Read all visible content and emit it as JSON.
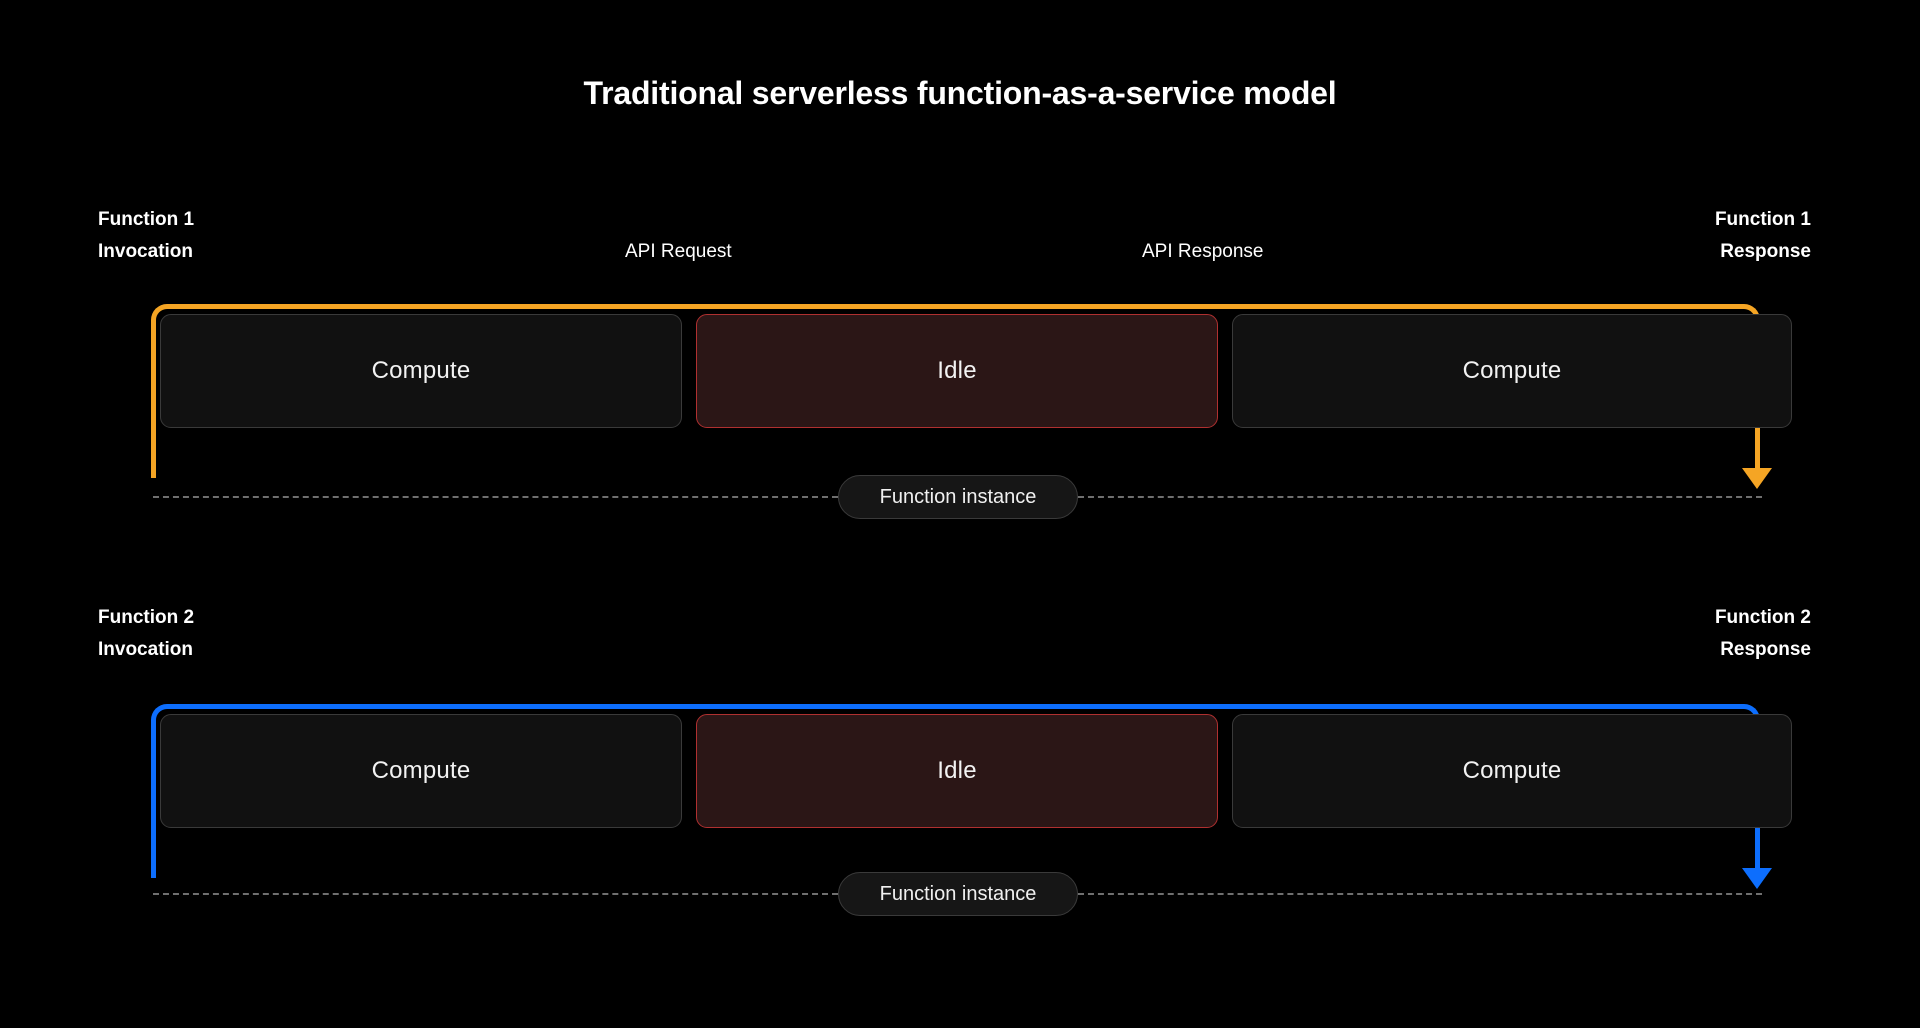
{
  "page": {
    "title": "Traditional serverless function-as-a-service model",
    "background": "#000000"
  },
  "colors": {
    "function1_accent": "#f5a524",
    "function2_accent": "#0d6efd",
    "idle_fill": "#2b1616",
    "idle_border": "#b03030",
    "compute_fill": "#111111",
    "compute_border": "#3a3a3a",
    "dashed_line": "#6f6f6f",
    "text": "#ffffff"
  },
  "shared_labels": {
    "api_request": "API Request",
    "api_response": "API Response",
    "function_instance": "Function instance"
  },
  "rows": [
    {
      "id": "function-1",
      "accent": "#f5a524",
      "invocation_label": "Function 1\nInvocation",
      "response_label": "Function 1\nResponse",
      "segments": [
        {
          "label": "Compute",
          "state": "compute"
        },
        {
          "label": "Idle",
          "state": "idle"
        },
        {
          "label": "Compute",
          "state": "compute"
        }
      ],
      "instance_label": "Function instance"
    },
    {
      "id": "function-2",
      "accent": "#0d6efd",
      "invocation_label": "Function 2\nInvocation",
      "response_label": "Function 2\nResponse",
      "segments": [
        {
          "label": "Compute",
          "state": "compute"
        },
        {
          "label": "Idle",
          "state": "idle"
        },
        {
          "label": "Compute",
          "state": "compute"
        }
      ],
      "instance_label": "Function instance"
    }
  ]
}
